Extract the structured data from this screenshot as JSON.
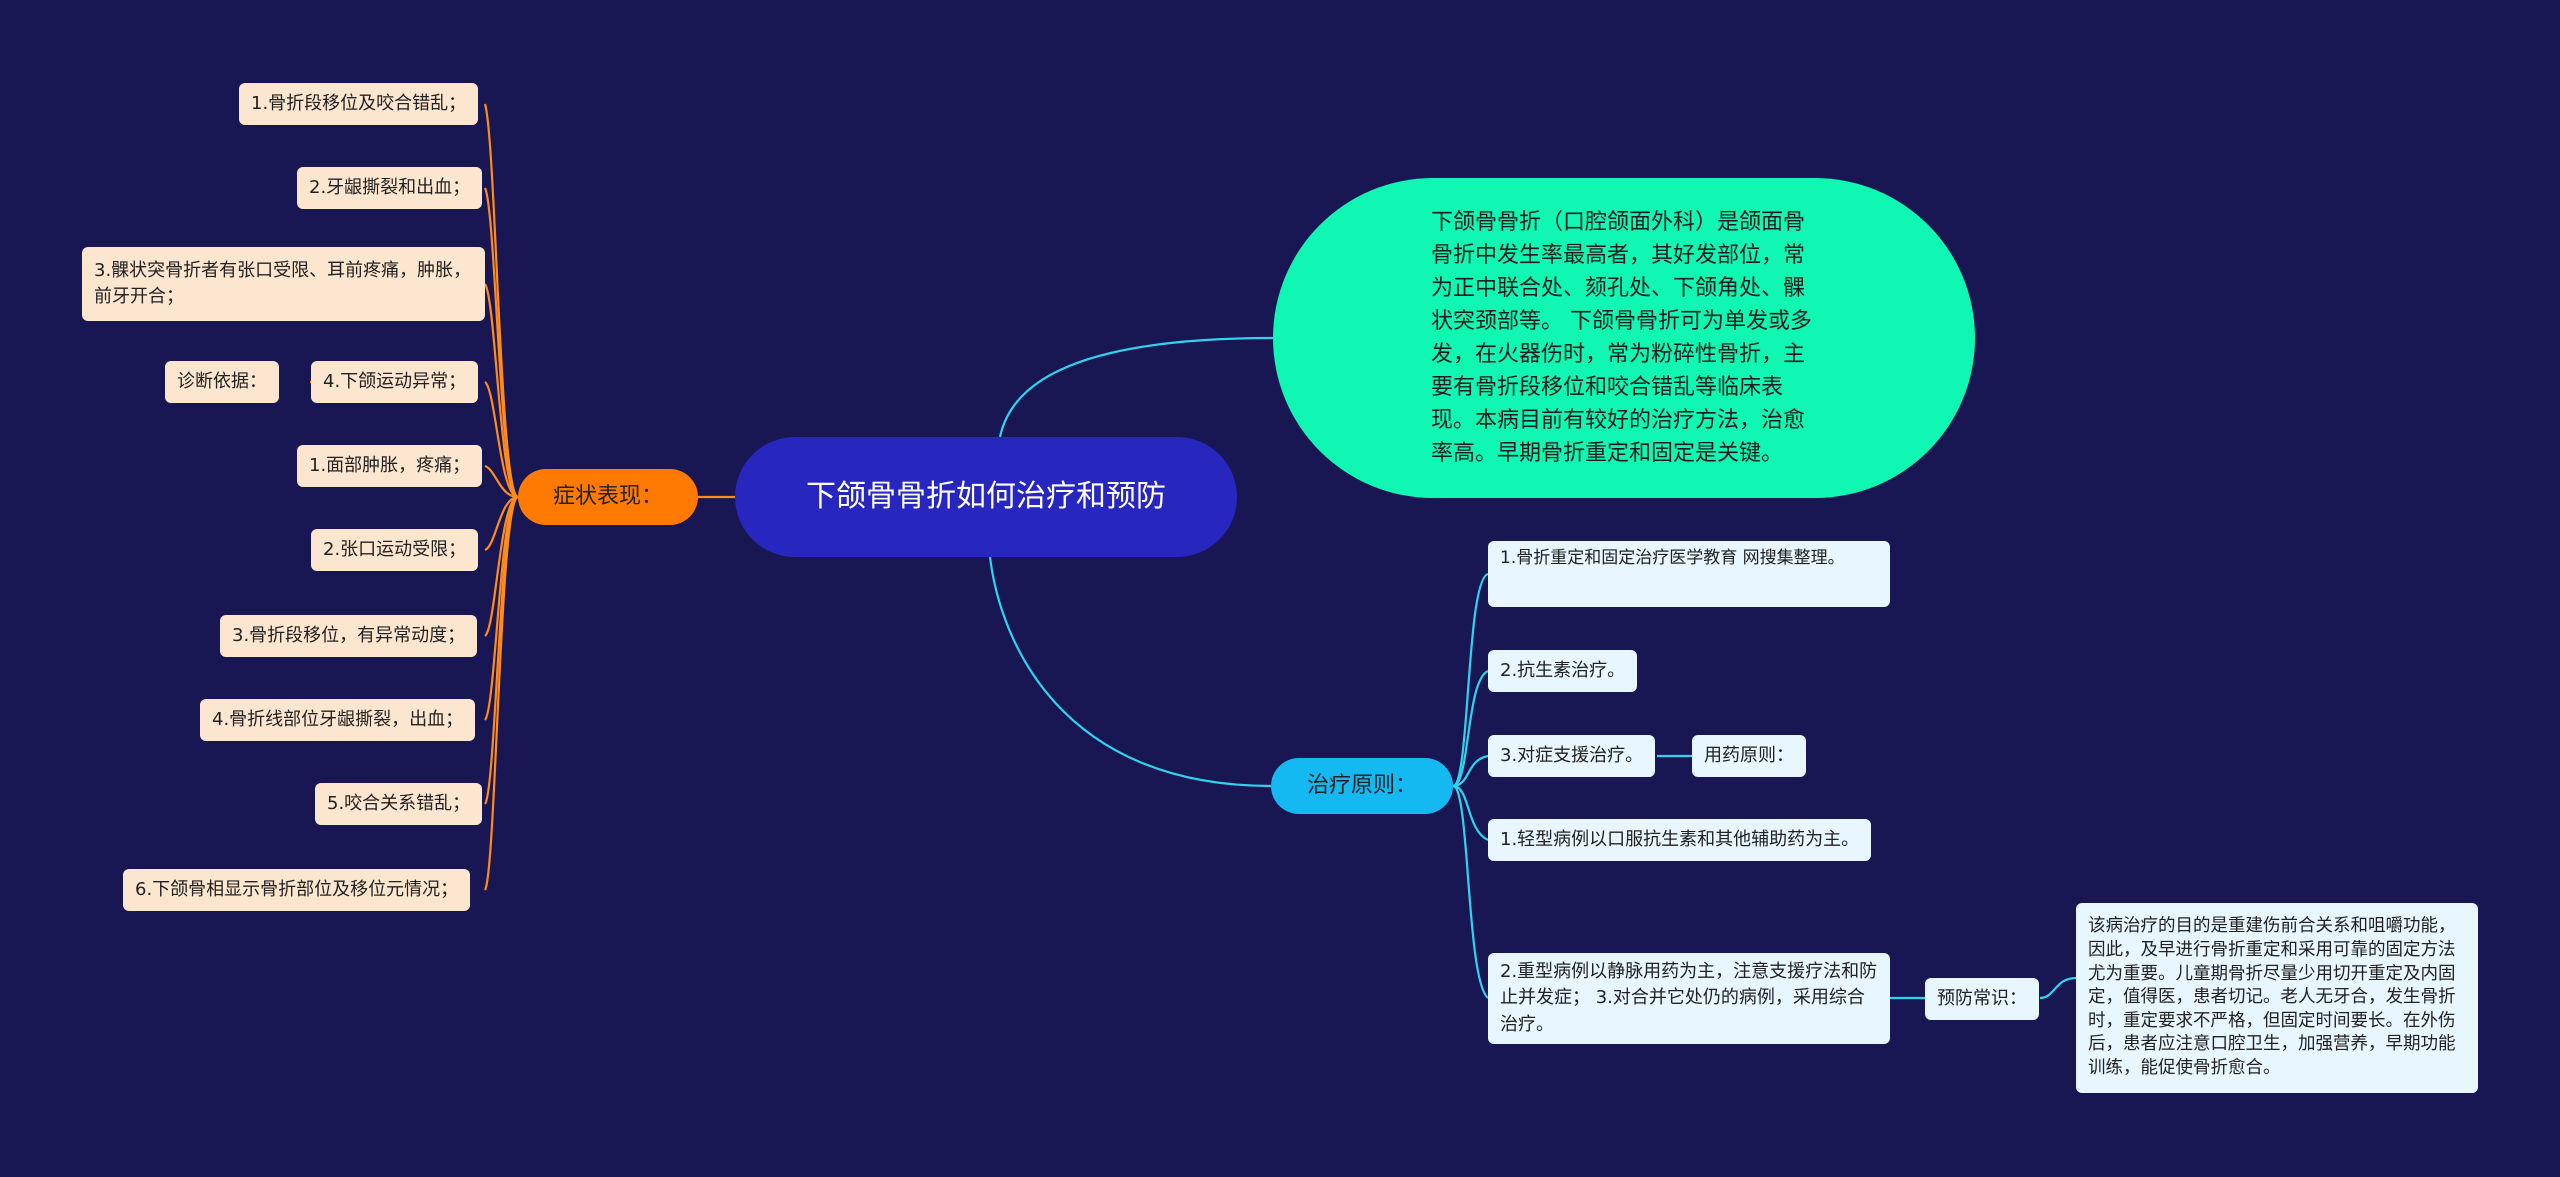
{
  "colors": {
    "background": "#181753",
    "root": "#2727c0",
    "summary": "#10f6b3",
    "symptoms_branch": "#ff7a00",
    "treatment_branch": "#15b9f2",
    "orange_leaf": "#fde6cf",
    "blue_leaf": "#e7f6ff",
    "orange_line": "#ff8a1e",
    "cyan_line": "#2fd3ee"
  },
  "root": {
    "title": "下颌骨骨折如何治疗和预防"
  },
  "summary": {
    "text": "下颌骨骨折（口腔颌面外科）是颌面骨骨折中发生率最高者，其好发部位，常为正中联合处、颏孔处、下颌角处、髁状突颈部等。 下颌骨骨折可为单发或多发，在火器伤时，常为粉碎性骨折，主要有骨折段移位和咬合错乱等临床表现。本病目前有较好的治疗方法，治愈率高。早期骨折重定和固定是关键。"
  },
  "symptoms": {
    "label": "症状表现：",
    "items": [
      "1.骨折段移位及咬合错乱；",
      "2.牙龈撕裂和出血；",
      "3.髁状突骨折者有张口受限、耳前疼痛，肿胀，前牙开合；",
      "4.下颌运动异常；",
      "1.面部肿胀，疼痛；",
      "2.张口运动受限；",
      "3.骨折段移位，有异常动度；",
      "4.骨折线部位牙龈撕裂，出血；",
      "5.咬合关系错乱；",
      "6.下颌骨相显示骨折部位及移位元情况；"
    ],
    "sub_label": "诊断依据："
  },
  "treatment": {
    "label": "治疗原则：",
    "items": [
      "1.骨折重定和固定治疗医学教育 网搜集整理。",
      "2.抗生素治疗。",
      "3.对症支援治疗。",
      "1.轻型病例以口服抗生素和其他辅助药为主。",
      "2.重型病例以静脉用药为主，注意支援疗法和防止并发症； 3.对合并它处仍的病例，采用综合治疗。"
    ],
    "drug_label": "用药原则：",
    "prevention_label": "预防常识：",
    "prevention_text": "该病治疗的目的是重建伤前合关系和咀嚼功能，因此，及早进行骨折重定和采用可靠的固定方法尤为重要。儿童期骨折尽量少用切开重定及内固定，值得医，患者切记。老人无牙合，发生骨折时，重定要求不严格，但固定时间要长。在外伤后，患者应注意口腔卫生，加强营养，早期功能训练，能促使骨折愈合。"
  }
}
